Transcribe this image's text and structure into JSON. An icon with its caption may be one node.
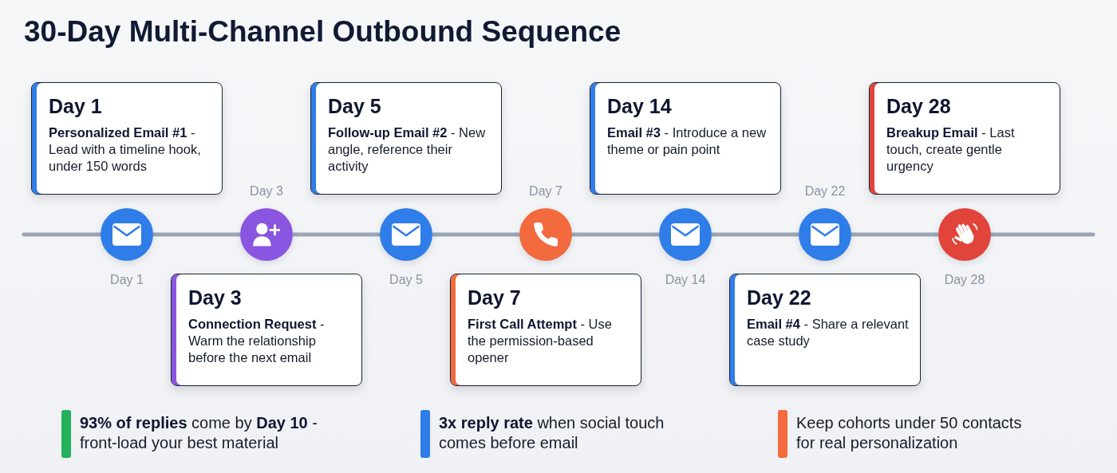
{
  "diagram": {
    "title": "30-Day Multi-Channel Outbound Sequence",
    "nodes": [
      {
        "text": [
          "Day 1",
          "**Personalized Email #1** - Lead with a timeline hook, under 150 words"
        ]
      },
      {
        "text": [
          "Day 3",
          "**Connection Request** - Warm the relationship before the next email"
        ]
      },
      {
        "text": [
          "Day 5",
          "**Follow-up Email #2** - New angle, reference their activity"
        ]
      },
      {
        "text": [
          "Day 7",
          "**First Call Attempt** - Use the permission-based opener"
        ]
      },
      {
        "text": [
          "Day 14",
          "**Email #3** - Introduce a new theme or pain point"
        ]
      },
      {
        "text": [
          "Day 22",
          "**Email #4** - Share a relevant case study"
        ]
      },
      {
        "text": [
          "Day 28",
          "**Breakup Email** - Last touch, create gentle urgency"
        ]
      },
      {
        "text": [],
        "shape": "circle",
        "beside": [
          "Day 1"
        ]
      },
      {
        "text": [],
        "shape": "circle",
        "beside": [
          "Day 3"
        ]
      },
      {
        "text": [],
        "shape": "circle",
        "beside": [
          "Day 5"
        ]
      },
      {
        "text": [],
        "shape": "circle",
        "beside": [
          "Day 7"
        ]
      },
      {
        "text": [],
        "shape": "circle",
        "beside": [
          "Day 14"
        ]
      },
      {
        "text": [],
        "shape": "circle",
        "beside": [
          "Day 22"
        ]
      },
      {
        "text": [],
        "shape": "circle",
        "beside": [
          "Day 28"
        ]
      }
    ],
    "edges": [
      {
        "from": null,
        "to": 7,
        "arrow": "none"
      },
      {
        "from": 7,
        "to": 8,
        "arrow": "none"
      },
      {
        "from": 8,
        "to": 9,
        "arrow": "none"
      },
      {
        "from": 9,
        "to": 10,
        "arrow": "none"
      },
      {
        "from": 10,
        "to": 11,
        "arrow": "none"
      },
      {
        "from": 11,
        "to": 12,
        "arrow": "none"
      },
      {
        "from": 12,
        "to": 13,
        "arrow": "none"
      },
      {
        "from": 13,
        "to": null,
        "arrow": "none"
      }
    ],
    "labels": [
      "**93% of replies** come by **Day 10** - front-load your best material",
      "**3x reply rate** when social touch comes before email",
      "Keep cohorts under 50 contacts for real personalization"
    ]
  }
}
